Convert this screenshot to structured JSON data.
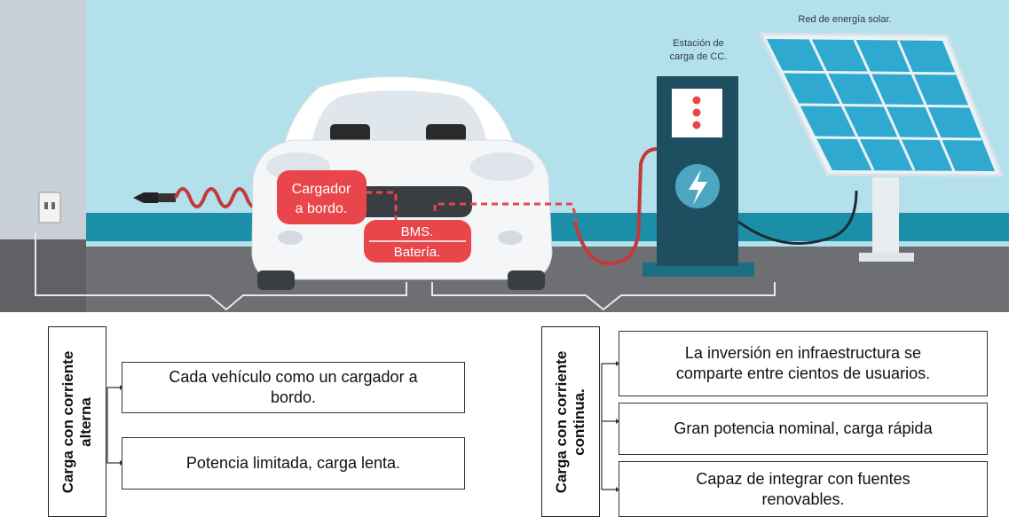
{
  "scene": {
    "solar_label": "Red de energía solar.",
    "station_label": [
      "Estación de",
      "carga de CC."
    ],
    "onboard_charger_label": [
      "Cargador",
      "a bordo."
    ],
    "bms_label": "BMS.",
    "battery_label": "Batería.",
    "colors": {
      "sky": "#b4e0ec",
      "wall": "#c9cfd6",
      "floor": "#6d6f73",
      "station": "#1d4f60",
      "accent_red": "#e8464b",
      "panel": "#2fa9cf"
    }
  },
  "ac": {
    "heading": "Carga con corriente\nalterna",
    "items": [
      "Cada vehículo como un cargador a\nbordo.",
      "Potencia limitada, carga lenta."
    ]
  },
  "dc": {
    "heading": "Carga con corriente\ncontinua.",
    "items": [
      "La inversión en infraestructura se\ncomparte entre cientos de usuarios.",
      "Gran potencia nominal, carga rápida",
      "Capaz de integrar con fuentes\nrenovables."
    ]
  }
}
